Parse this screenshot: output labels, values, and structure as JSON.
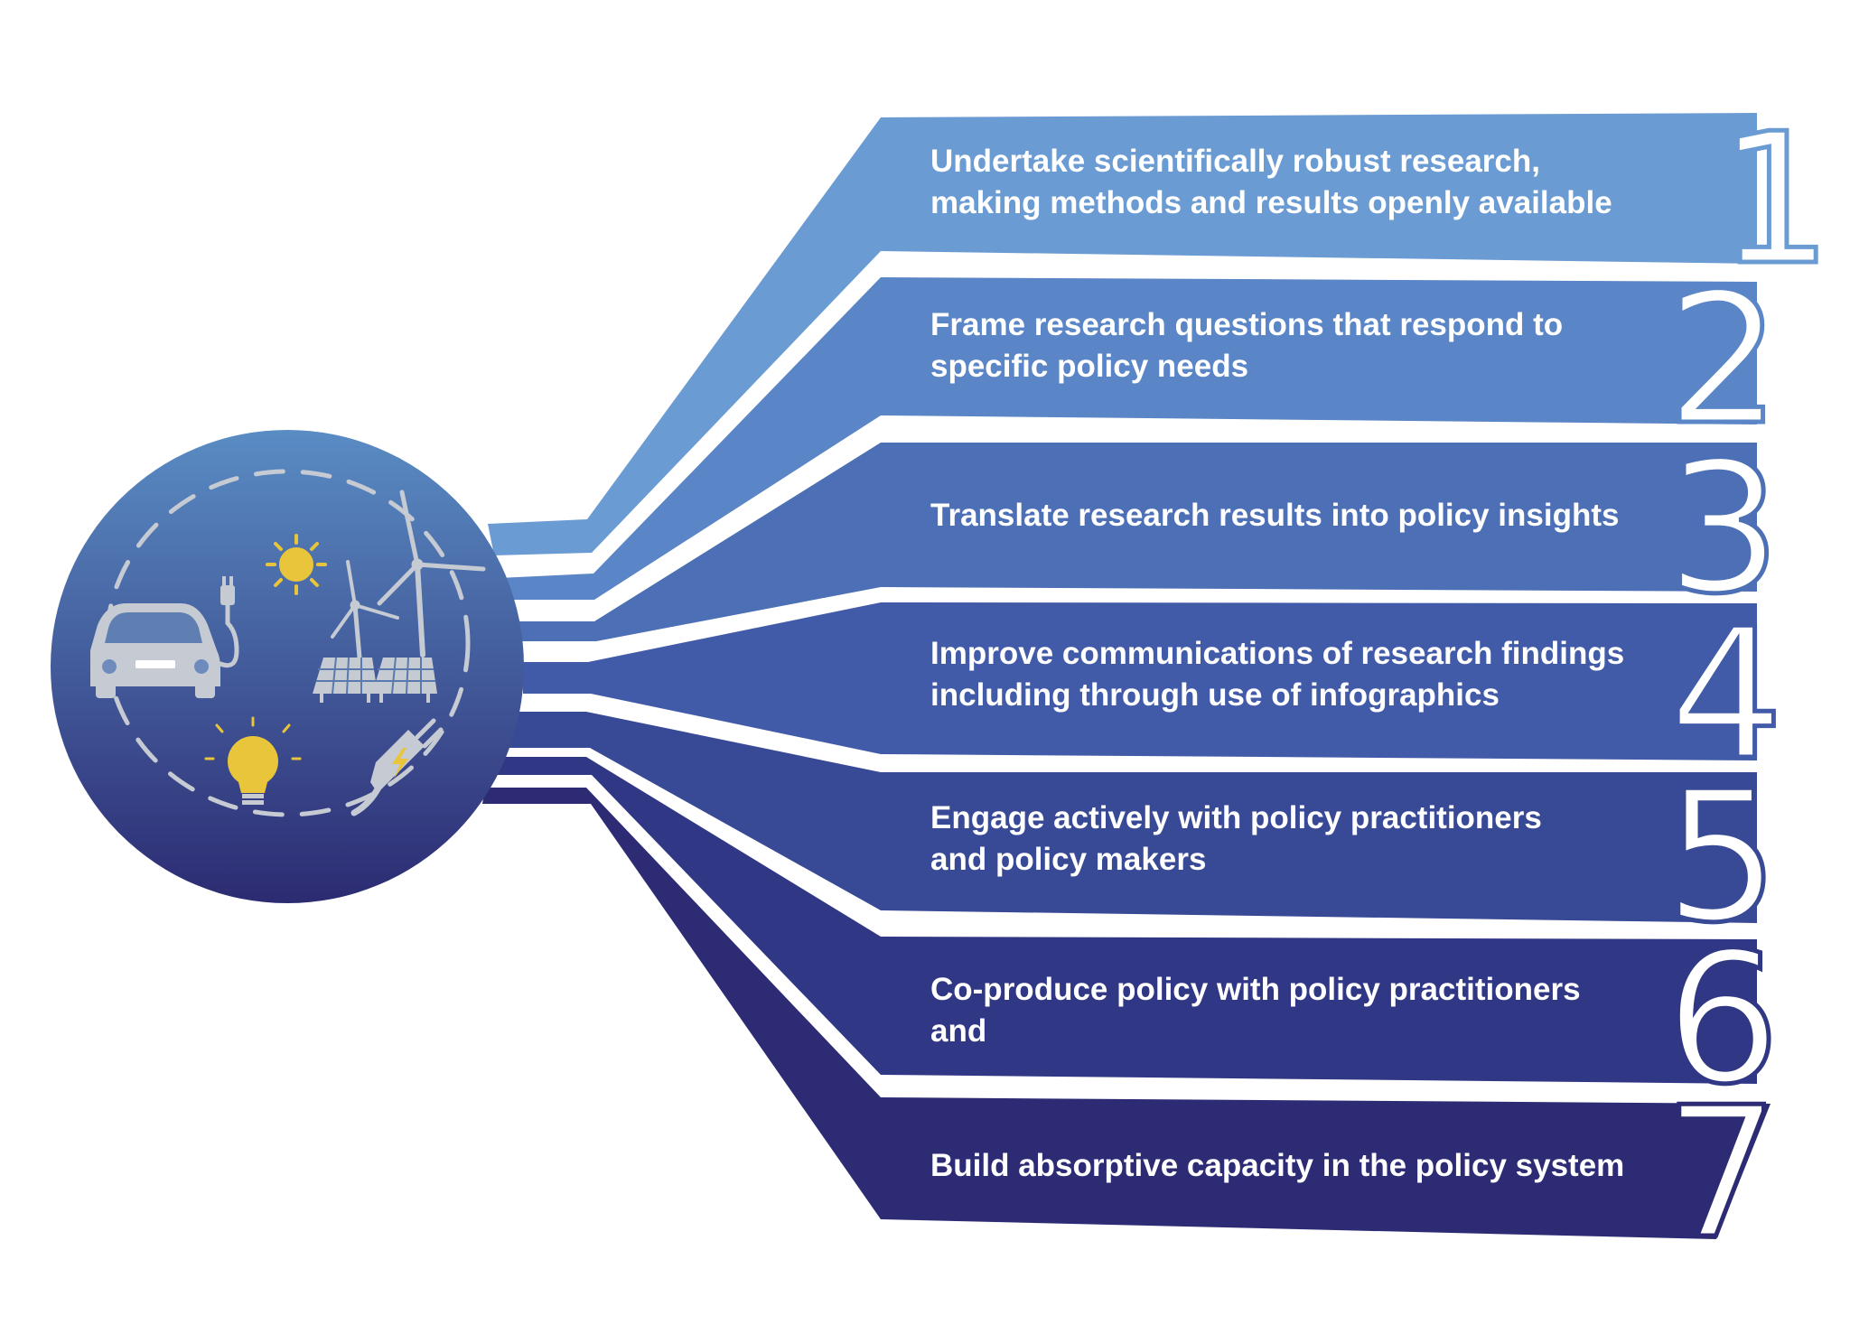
{
  "items": [
    {
      "number": "1",
      "text": "Undertake scientifically robust research,\nmaking methods and results openly available",
      "color": "#6a9bd3"
    },
    {
      "number": "2",
      "text": "Frame research questions that respond to\nspecific policy needs",
      "color": "#5a85c6"
    },
    {
      "number": "3",
      "text": "Translate research results into policy insights",
      "color": "#4c6fb6"
    },
    {
      "number": "4",
      "text": "Improve communications of research findings\nincluding through use of infographics",
      "color": "#425ba8"
    },
    {
      "number": "5",
      "text": "Engage actively with policy practitioners\nand policy makers",
      "color": "#384996"
    },
    {
      "number": "6",
      "text": "Co-produce policy with policy practitioners\nand",
      "color": "#303785"
    },
    {
      "number": "7",
      "text": "Build absorptive capacity in the policy system",
      "color": "#2c2b74"
    }
  ],
  "circle": {
    "color_top": "#5a8cc4",
    "color_bottom": "#2c2b72",
    "icons": [
      "car-icon",
      "plug-icon",
      "sun-icon",
      "wind-turbine-icon",
      "solar-panel-icon",
      "light-bulb-icon",
      "power-plug-icon"
    ]
  },
  "colors": {
    "icon_gray": "#c6cbd3",
    "icon_yellow": "#e8c53a"
  }
}
